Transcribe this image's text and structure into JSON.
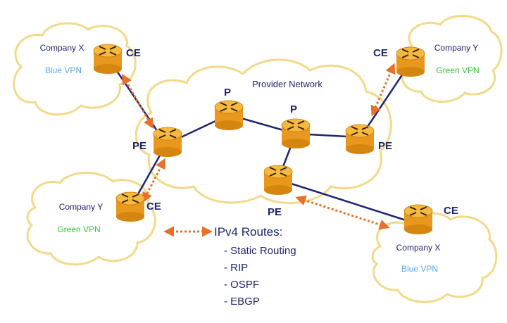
{
  "provider_cloud": {
    "label": "Provider Network"
  },
  "sites": [
    {
      "id": "tl",
      "company": "Company X",
      "vpn": "Blue VPN",
      "vpn_color": "#5aa7ee"
    },
    {
      "id": "tr",
      "company": "Company Y",
      "vpn": "Green VPN",
      "vpn_color": "#35c435"
    },
    {
      "id": "bl",
      "company": "Company Y",
      "vpn": "Green VPN",
      "vpn_color": "#35c435"
    },
    {
      "id": "br",
      "company": "Company X",
      "vpn": "Blue VPN",
      "vpn_color": "#5aa7ee"
    }
  ],
  "router_labels": {
    "ce_tl": "CE",
    "ce_tr": "CE",
    "ce_bl": "CE",
    "ce_br": "CE",
    "pe_left": "PE",
    "pe_right": "PE",
    "pe_bottom": "PE",
    "p_left": "P",
    "p_right": "P"
  },
  "legend": {
    "title": "IPv4 Routes:",
    "items": [
      "- Static Routing",
      "- RIP",
      "- OSPF",
      "- EBGP"
    ]
  },
  "colors": {
    "router_body": "#f0a830",
    "router_top": "#f5b43c",
    "router_dark": "#c47a10",
    "link": "#1d2570",
    "route_arrow": "#e8712a",
    "cloud_stroke": "#f2d98a",
    "label_text": "#1d2570"
  }
}
